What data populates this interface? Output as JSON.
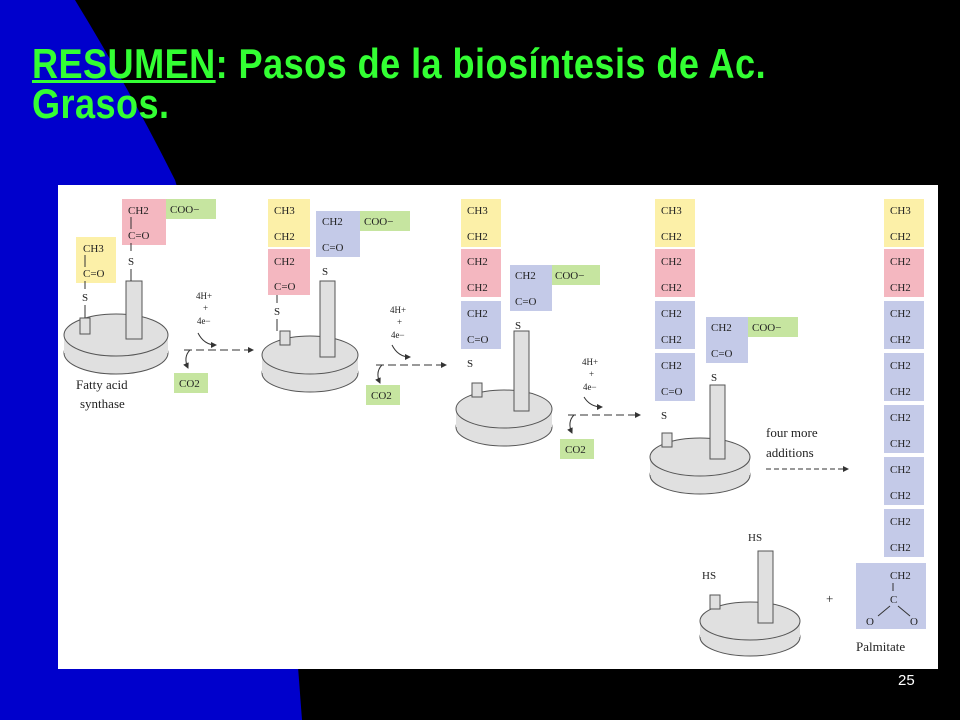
{
  "slide": {
    "title_underlined": "RESUMEN",
    "title_rest": ": Pasos de la biosíntesis de Ac. Grasos.",
    "number": "25"
  },
  "diagram": {
    "acetyl_group": [
      "CH3",
      "C=O",
      "S"
    ],
    "malonyl_group": [
      "CH2",
      "COO−",
      "C=O",
      "S"
    ],
    "co2": "CO2",
    "reducing": [
      "4H+",
      "+",
      "4e−"
    ],
    "fatty_acid_synthase_label": [
      "Fatty acid",
      "synthase"
    ],
    "four_more_additions": [
      "four more",
      "additions"
    ],
    "hs": "HS",
    "plus": "+",
    "palmitate_label": "Palmitate",
    "carboxylate_bottom": [
      "C",
      "O",
      "O"
    ]
  },
  "colors": {
    "background_blue": "#0000cc",
    "title_green": "#33ff33",
    "yellow_box": "#fcf0a8",
    "pink_box": "#f4b7c0",
    "blue_box": "#c4cae8",
    "green_box": "#c6e5a0",
    "enzyme_gray": "#e0e0e0"
  }
}
